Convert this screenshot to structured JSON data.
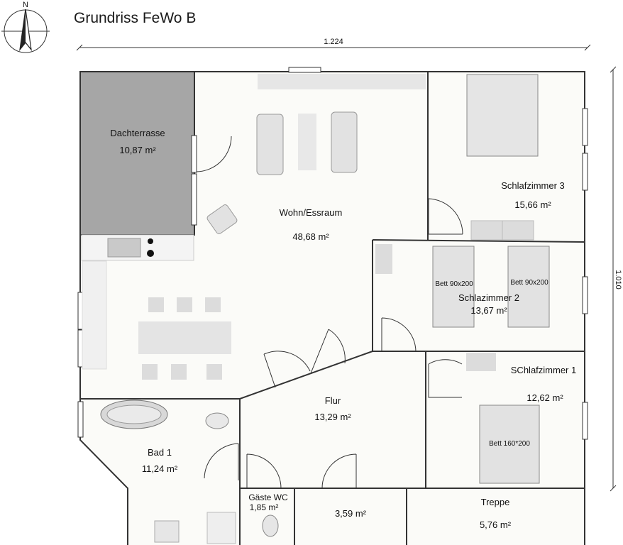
{
  "title": "Grundriss FeWo B",
  "compass": {
    "north_label": "N"
  },
  "dimensions": {
    "width": "1.224",
    "depth": "1.010"
  },
  "rooms": {
    "dachterrasse": {
      "name": "Dachterrasse",
      "area": "10,87 m²"
    },
    "wohn": {
      "name": "Wohn/Essraum",
      "area": "48,68 m²"
    },
    "schlaf3": {
      "name": "Schlafzimmer 3",
      "area": "15,66 m²"
    },
    "schlaf2": {
      "name": "Schlazimmer 2",
      "area": "13,67 m²"
    },
    "schlaf1": {
      "name": "SChlafzimmer 1",
      "area": "12,62 m²"
    },
    "flur": {
      "name": "Flur",
      "area": "13,29 m²"
    },
    "bad1": {
      "name": "Bad 1",
      "area": "11,24 m²"
    },
    "gaeste_wc": {
      "name": "Gäste WC",
      "area": "1,85 m²"
    },
    "abstell": {
      "area": "3,59 m²"
    },
    "treppe": {
      "name": "Treppe",
      "area": "5,76 m²"
    }
  },
  "furniture": {
    "bed_single_left": "Bett 90x200",
    "bed_single_right": "Bett 90x200",
    "bed_double": "Bett 160*200"
  },
  "colors": {
    "terrace": "#a6a6a6",
    "wall": "#333333",
    "furniture": "#dcdcdc",
    "floor": "#fbfbf8"
  }
}
